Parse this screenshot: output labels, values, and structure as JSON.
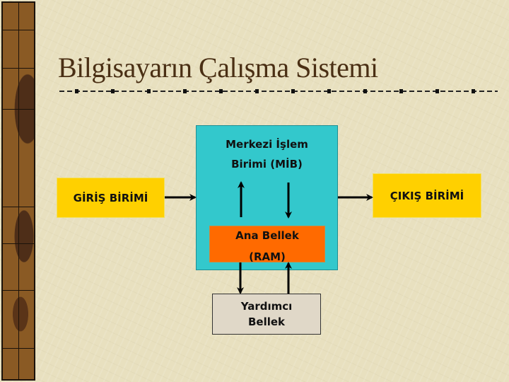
{
  "slide": {
    "title": "Bilgisayarın Çalışma Sistemi"
  },
  "diagram": {
    "cpu": {
      "line1": "Merkezi İşlem",
      "line2": "Birimi (MİB)"
    },
    "ram": {
      "line1": "Ana Bellek",
      "line2": "(RAM)"
    },
    "input": {
      "label": "GİRİŞ BİRİMİ"
    },
    "output": {
      "label": "ÇIKIŞ BİRİMİ"
    },
    "auxiliary": {
      "line1": "Yardımcı",
      "line2": "Bellek"
    },
    "colors": {
      "cpu": "#33c8cc",
      "ram": "#ff6a00",
      "io": "#ffd000",
      "auxiliary": "#e0d8c8",
      "title": "#4a2f14"
    }
  }
}
